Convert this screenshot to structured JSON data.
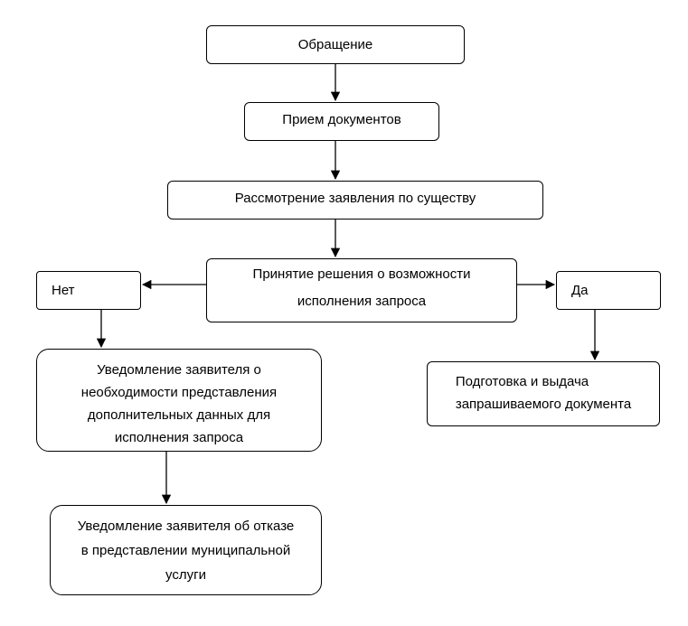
{
  "diagram": {
    "nodes": {
      "appeal": "Обращение",
      "accept": "Прием документов",
      "review": "Рассмотрение заявления по существу",
      "decision": "Принятие решения о возможности\nисполнения запроса",
      "no": "Нет",
      "yes": "Да",
      "notify": "Уведомление заявителя о\nнеобходимости представления\nдополнительных данных для\nисполнения запроса",
      "prepare": "Подготовка и выдача\nзапрашиваемого документа",
      "refuse": "Уведомление заявителя об отказе\nв представлении муниципальной\nуслуги"
    },
    "edges": [
      {
        "from": "appeal",
        "to": "accept"
      },
      {
        "from": "accept",
        "to": "review"
      },
      {
        "from": "review",
        "to": "decision"
      },
      {
        "from": "decision",
        "to": "no"
      },
      {
        "from": "decision",
        "to": "yes"
      },
      {
        "from": "no",
        "to": "notify"
      },
      {
        "from": "yes",
        "to": "prepare"
      },
      {
        "from": "notify",
        "to": "refuse"
      }
    ],
    "line_color": "#000000",
    "box_fill": "#ffffff"
  }
}
